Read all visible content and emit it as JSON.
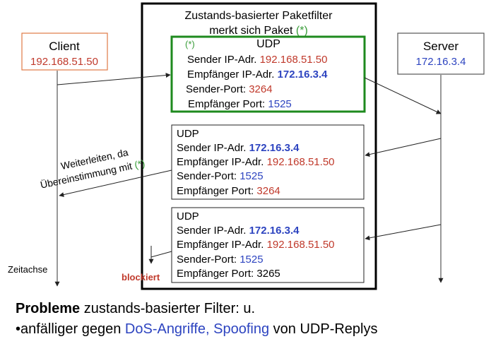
{
  "filter_title": {
    "line1": "Zustands-basierter Paketfilter",
    "line2_prefix": "merkt sich Paket ",
    "line2_mark": "(*)"
  },
  "client": {
    "name": "Client",
    "ip": "192.168.51.50"
  },
  "server": {
    "name": "Server",
    "ip": "172.16.3.4"
  },
  "stored_packet": {
    "mark": "(*)",
    "protocol": "UDP",
    "sender_ip_label": "Sender IP-Adr.",
    "sender_ip": "192.168.51.50",
    "receiver_ip_label": "Empfänger IP-Adr.",
    "receiver_ip": "172.16.3.4",
    "sender_port_label": "Sender-Port:",
    "sender_port": "3264",
    "receiver_port_label": "Empfänger Port:",
    "receiver_port": "1525"
  },
  "reply_packet": {
    "protocol": "UDP",
    "sender_ip_label": "Sender IP-Adr.",
    "sender_ip": "172.16.3.4",
    "receiver_ip_label": "Empfänger IP-Adr.",
    "receiver_ip": "192.168.51.50",
    "sender_port_label": "Sender-Port:",
    "sender_port": "1525",
    "receiver_port_label": "Empfänger Port:",
    "receiver_port": "3264"
  },
  "spoofed_packet": {
    "protocol": "UDP",
    "sender_ip_label": "Sender IP-Adr.",
    "sender_ip": "172.16.3.4",
    "receiver_ip_label": "Empfänger IP-Adr.",
    "receiver_ip": "192.168.51.50",
    "sender_port_label": "Sender-Port:",
    "sender_port": "1525",
    "receiver_port_label": "Empfänger Port:",
    "receiver_port": "3265"
  },
  "forward_label": {
    "line1": "Weiterleiten, da",
    "line2_prefix": "Übereinstimmung mit ",
    "line2_mark": "(*)"
  },
  "timeline_label": "Zeitachse",
  "blocked_label": "blockiert",
  "footer": {
    "problem_bold": "Probleme",
    "problem_rest": " zustands-basierter Filter: u.",
    "bullet_prefix": "•anfälliger gegen ",
    "bullet_highlight": "DoS-Angriffe, Spoofing",
    "bullet_suffix": " von UDP-Replys"
  },
  "colors": {
    "client_box_border": "#e07a45",
    "ip_red": "#c0392b",
    "ip_blue": "#2d44c0",
    "mark_green": "#3a9d3a",
    "stored_box_border": "#1e8a1e",
    "blocked_red": "#c0392b",
    "filter_border": "#000000"
  }
}
